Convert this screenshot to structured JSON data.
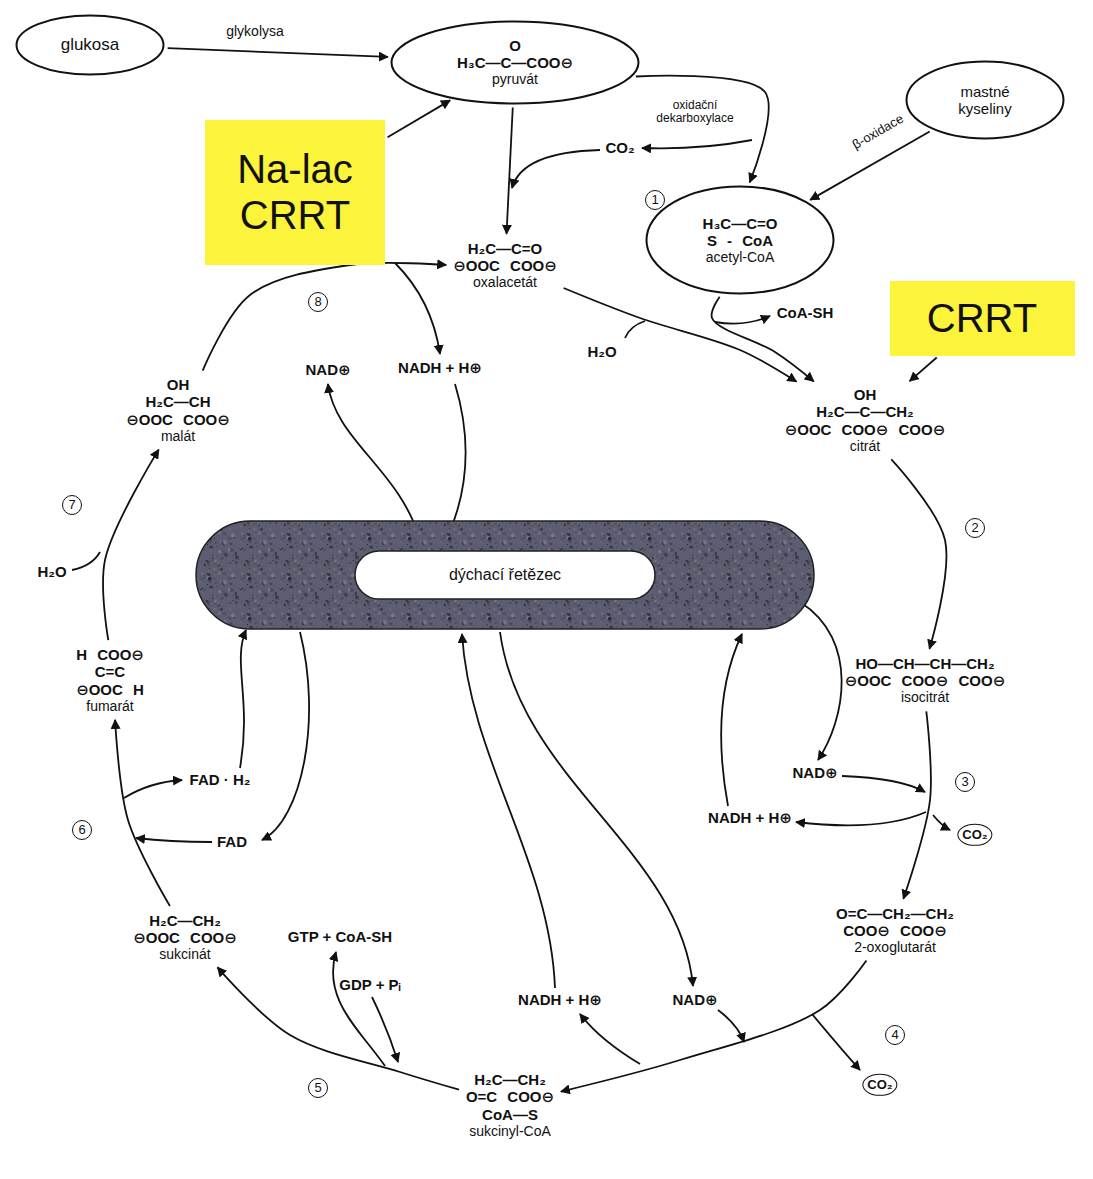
{
  "diagram": {
    "nodes": [
      {
        "text": [
          "glukosa"
        ]
      },
      {
        "text": [
          "O",
          "H₃C—C—COO⊖",
          "pyruvát"
        ]
      },
      {
        "text": [
          "mastné kyseliny"
        ]
      },
      {
        "text": [
          "Na-lac CRRT"
        ]
      },
      {
        "text": [
          "H₃C—C=O",
          "S - CoA",
          "acetyl-CoA"
        ]
      },
      {
        "text": [
          "CRRT"
        ]
      },
      {
        "text": [
          "H₂C—C=O",
          "⊖OOC COO⊖",
          "oxalacetát"
        ]
      },
      {
        "text": [
          "OH",
          "H₂C—CH",
          "⊖OOC COO⊖",
          "malát"
        ]
      },
      {
        "text": [
          "OH",
          "H₂C—C—CH₂",
          "⊖OOC COO⊖ COO⊖",
          "citrát"
        ]
      },
      {
        "text": [
          "dýchací řetězec"
        ]
      },
      {
        "text": [
          "H COO⊖",
          "C=C",
          "⊖OOC H",
          "fumarát"
        ]
      },
      {
        "text": [
          "HO—CH—CH—CH₂",
          "⊖OOC COO⊖ COO⊖",
          "isocitrát"
        ]
      },
      {
        "text": [
          "H₂C—CH₂",
          "⊖OOC COO⊖",
          "sukcinát"
        ]
      },
      {
        "text": [
          "O=C—CH₂—CH₂",
          "COO⊖ COO⊖",
          "2-oxoglutarát"
        ]
      },
      {
        "text": [
          "H₂C—CH₂",
          "O=C COO⊖",
          "CoA—S",
          "sukcinyl-CoA"
        ]
      }
    ],
    "edges": [
      {
        "from": 0,
        "to": 1,
        "label": "glykolysa",
        "arrow": "to"
      },
      {
        "from": 1,
        "to": 4,
        "label": "oxidační dekarboxylace",
        "arrow": "to"
      },
      {
        "from": 2,
        "to": 4,
        "label": "β-oxidace",
        "arrow": "to"
      },
      {
        "from": 3,
        "to": 1,
        "arrow": "to"
      },
      {
        "from": 1,
        "to": 6,
        "arrow": "to"
      },
      {
        "from": 5,
        "to": 8,
        "arrow": "to"
      },
      {
        "from": 6,
        "to": 8,
        "arrow": "to"
      },
      {
        "from": 4,
        "to": 8,
        "arrow": "to"
      },
      {
        "from": 8,
        "to": 11,
        "arrow": "to"
      },
      {
        "from": 11,
        "to": 13,
        "arrow": "to"
      },
      {
        "from": 13,
        "to": 14,
        "arrow": "to"
      },
      {
        "from": 14,
        "to": 12,
        "arrow": "to"
      },
      {
        "from": 12,
        "to": 10,
        "arrow": "to"
      },
      {
        "from": 10,
        "to": 7,
        "arrow": "to"
      },
      {
        "from": 7,
        "to": 6,
        "arrow": "to"
      }
    ],
    "labels": [
      "CO₂",
      "CoA-SH",
      "H₂O",
      "1",
      "2",
      "3",
      "4",
      "5",
      "6",
      "7",
      "8",
      "NAD⊕",
      "NADH + H⊕",
      "NAD⊕",
      "NADH + H⊕",
      "CO₂",
      "GTP + CoA-SH",
      "GDP + Pᵢ",
      "NADH + H⊕",
      "NAD⊕",
      "CO₂",
      "FAD · H₂",
      "FAD",
      "H₂O"
    ]
  }
}
